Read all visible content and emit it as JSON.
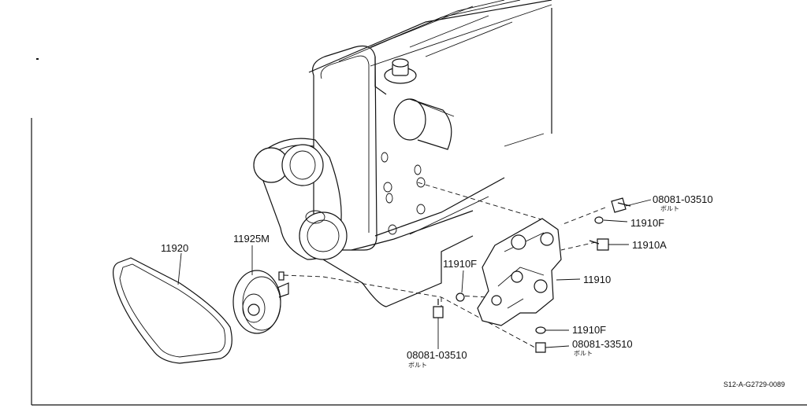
{
  "parts": {
    "bolt_upper": {
      "number": "08081-03510",
      "note": "ボルト"
    },
    "washer_upper": {
      "number": "11910F"
    },
    "bolt_a": {
      "number": "11910A"
    },
    "washer_mid": {
      "number": "11910F"
    },
    "bracket": {
      "number": "11910"
    },
    "washer_lower": {
      "number": "11910F"
    },
    "bolt_lower_right": {
      "number": "08081-33510",
      "note": "ボルト"
    },
    "bolt_lower_left": {
      "number": "08081-03510",
      "note": "ボルト"
    },
    "belt": {
      "number": "11920"
    },
    "pulley": {
      "number": "11925M"
    }
  },
  "reference_code": "S12-A-G2729-0089"
}
